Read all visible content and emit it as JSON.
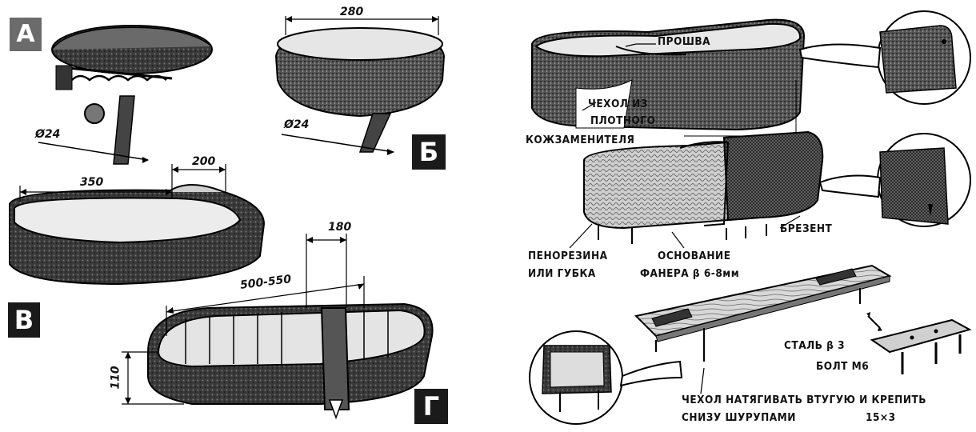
{
  "figures": {
    "a": {
      "letter": "А",
      "dim_diameter": "Ø24"
    },
    "b": {
      "letter": "Б",
      "dim_width": "280",
      "dim_diameter": "Ø24"
    },
    "v": {
      "letter": "В",
      "dim_length": "350",
      "dim_width": "200"
    },
    "g": {
      "letter": "Г",
      "dim_length": "500-550",
      "dim_width": "180",
      "dim_height": "110"
    }
  },
  "labels": {
    "stitch": "ПРОШВА",
    "cover_line1": "ЧЕХОЛ ИЗ",
    "cover_line2": "ПЛОТНОГО",
    "cover_line3": "КОЖЗАМЕНИТЕЛЯ",
    "tarpaulin": "БРЕЗЕНТ",
    "foam_line1": "ПЕНОРЕЗИНА",
    "foam_line2": "ИЛИ ГУБКА",
    "base_line1": "ОСНОВАНИЕ",
    "base_line2": "ФАНЕРА β 6-8мм",
    "steel": "СТАЛЬ β 3",
    "bolt": "БОЛТ М6",
    "note_line1": "ЧЕХОЛ НАТЯГИВАТЬ  ВТУГУЮ И КРЕПИТЬ",
    "note_line2": "СНИЗУ ШУРУПАМИ",
    "note_size": "15×3"
  }
}
